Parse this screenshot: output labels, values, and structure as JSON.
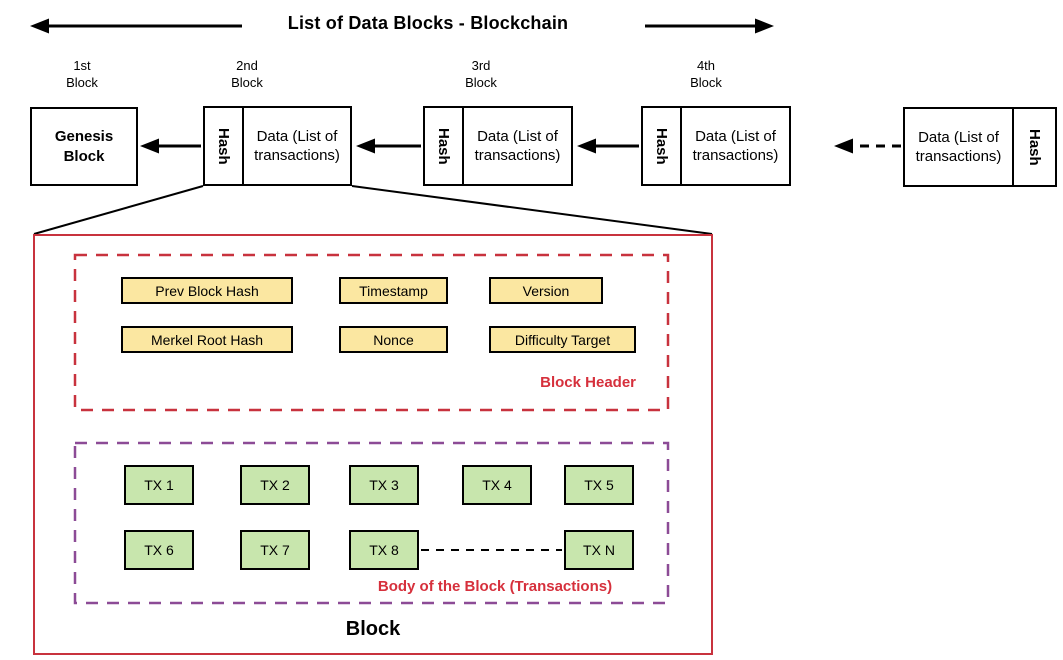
{
  "title": "List of Data Blocks - Blockchain",
  "chain": {
    "position_labels": [
      "1st\nBlock",
      "2nd\nBlock",
      "3rd\nBlock",
      "4th\nBlock"
    ],
    "genesis_label": "Genesis\nBlock",
    "blocks": [
      {
        "hash": "Hash",
        "data": "Data (List of transactions)"
      },
      {
        "hash": "Hash",
        "data": "Data (List of transactions)"
      },
      {
        "hash": "Hash",
        "data": "Data (List of transactions)"
      },
      {
        "hash": "Hash",
        "data": "Data (List of transactions)"
      }
    ]
  },
  "detail": {
    "block_header": {
      "label": "Block Header",
      "fields_row1": [
        "Prev Block Hash",
        "Timestamp",
        "Version"
      ],
      "fields_row2": [
        "Merkel Root Hash",
        "Nonce",
        "Difficulty Target"
      ]
    },
    "block_body": {
      "label": "Body of the Block (Transactions)",
      "transactions_row1": [
        "TX 1",
        "TX 2",
        "TX 3",
        "TX 4",
        "TX 5"
      ],
      "transactions_row2": [
        "TX 6",
        "TX 7",
        "TX 8",
        "TX N"
      ]
    },
    "block_label": "Block"
  },
  "colors": {
    "field_fill": "#FBE7A1",
    "tx_fill": "#C8E6AD",
    "header_dashed_border": "#C8323E",
    "body_dashed_border": "#8C4B96",
    "outer_border": "#C8323E",
    "accent_text": "#D6303C",
    "line_color": "#000000"
  }
}
